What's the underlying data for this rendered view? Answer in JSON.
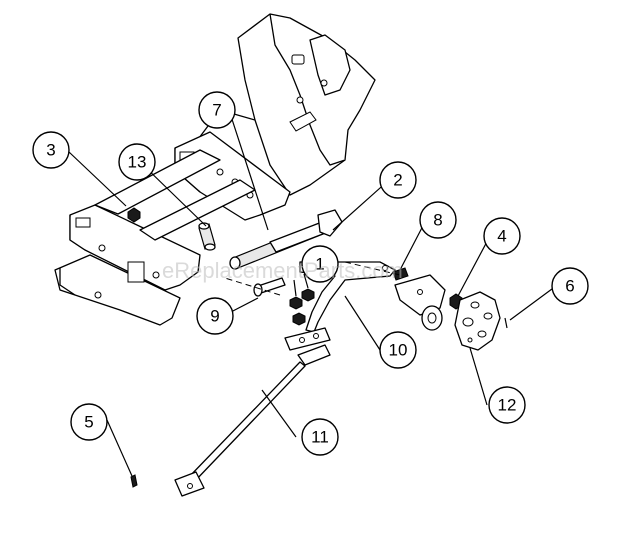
{
  "watermark": "eReplacementParts.com",
  "callouts": [
    {
      "id": "1",
      "label": "1"
    },
    {
      "id": "2",
      "label": "2"
    },
    {
      "id": "3",
      "label": "3"
    },
    {
      "id": "4",
      "label": "4"
    },
    {
      "id": "5",
      "label": "5"
    },
    {
      "id": "6",
      "label": "6"
    },
    {
      "id": "7",
      "label": "7"
    },
    {
      "id": "8",
      "label": "8"
    },
    {
      "id": "9",
      "label": "9"
    },
    {
      "id": "10",
      "label": "10"
    },
    {
      "id": "11",
      "label": "11"
    },
    {
      "id": "12",
      "label": "12"
    },
    {
      "id": "13",
      "label": "13"
    }
  ]
}
